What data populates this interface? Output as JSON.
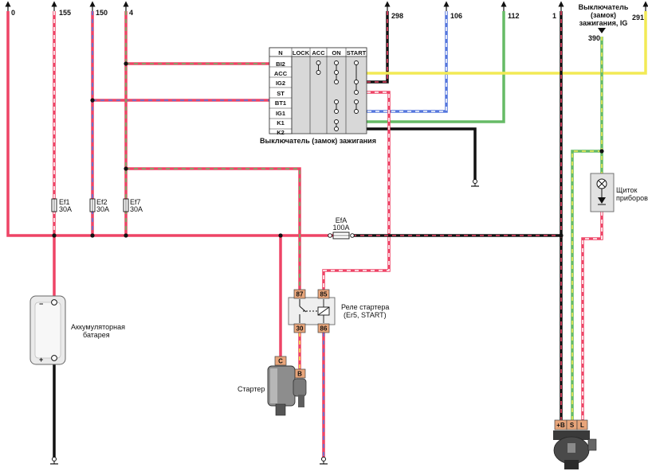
{
  "top_terminals": [
    "0",
    "155",
    "150",
    "4",
    "298",
    "106",
    "112",
    "1",
    "291"
  ],
  "ignition_ref_label": [
    "Выключатель",
    "(замок)",
    "зажигания, IG"
  ],
  "ignition_ref_number": "390",
  "switch": {
    "caption": "Выключатель (замок) зажигания",
    "columns": [
      "N",
      "LOCK",
      "ACC",
      "ON",
      "START"
    ],
    "rows": [
      "BI2",
      "ACC",
      "IG2",
      "ST",
      "BT1",
      "IG1",
      "K1",
      "K2"
    ]
  },
  "fuses": [
    {
      "name": "Ef1",
      "rating": "30A"
    },
    {
      "name": "Ef2",
      "rating": "30A"
    },
    {
      "name": "Ef7",
      "rating": "30A"
    }
  ],
  "main_fuse": {
    "name": "EfA",
    "rating": "100A"
  },
  "relay": {
    "label": [
      "Реле стартера",
      "(Er5, START)"
    ],
    "pins": [
      "87",
      "85",
      "30",
      "86"
    ]
  },
  "battery": {
    "label": [
      "Аккумуляторная",
      "батарея"
    ],
    "minus": "−",
    "plus": "+"
  },
  "starter": {
    "label": "Стартер",
    "pins": [
      "C",
      "B"
    ]
  },
  "instrument_panel": {
    "label": [
      "Щиток",
      "приборов"
    ]
  },
  "generator": {
    "pins": [
      "+B",
      "S",
      "L"
    ]
  }
}
